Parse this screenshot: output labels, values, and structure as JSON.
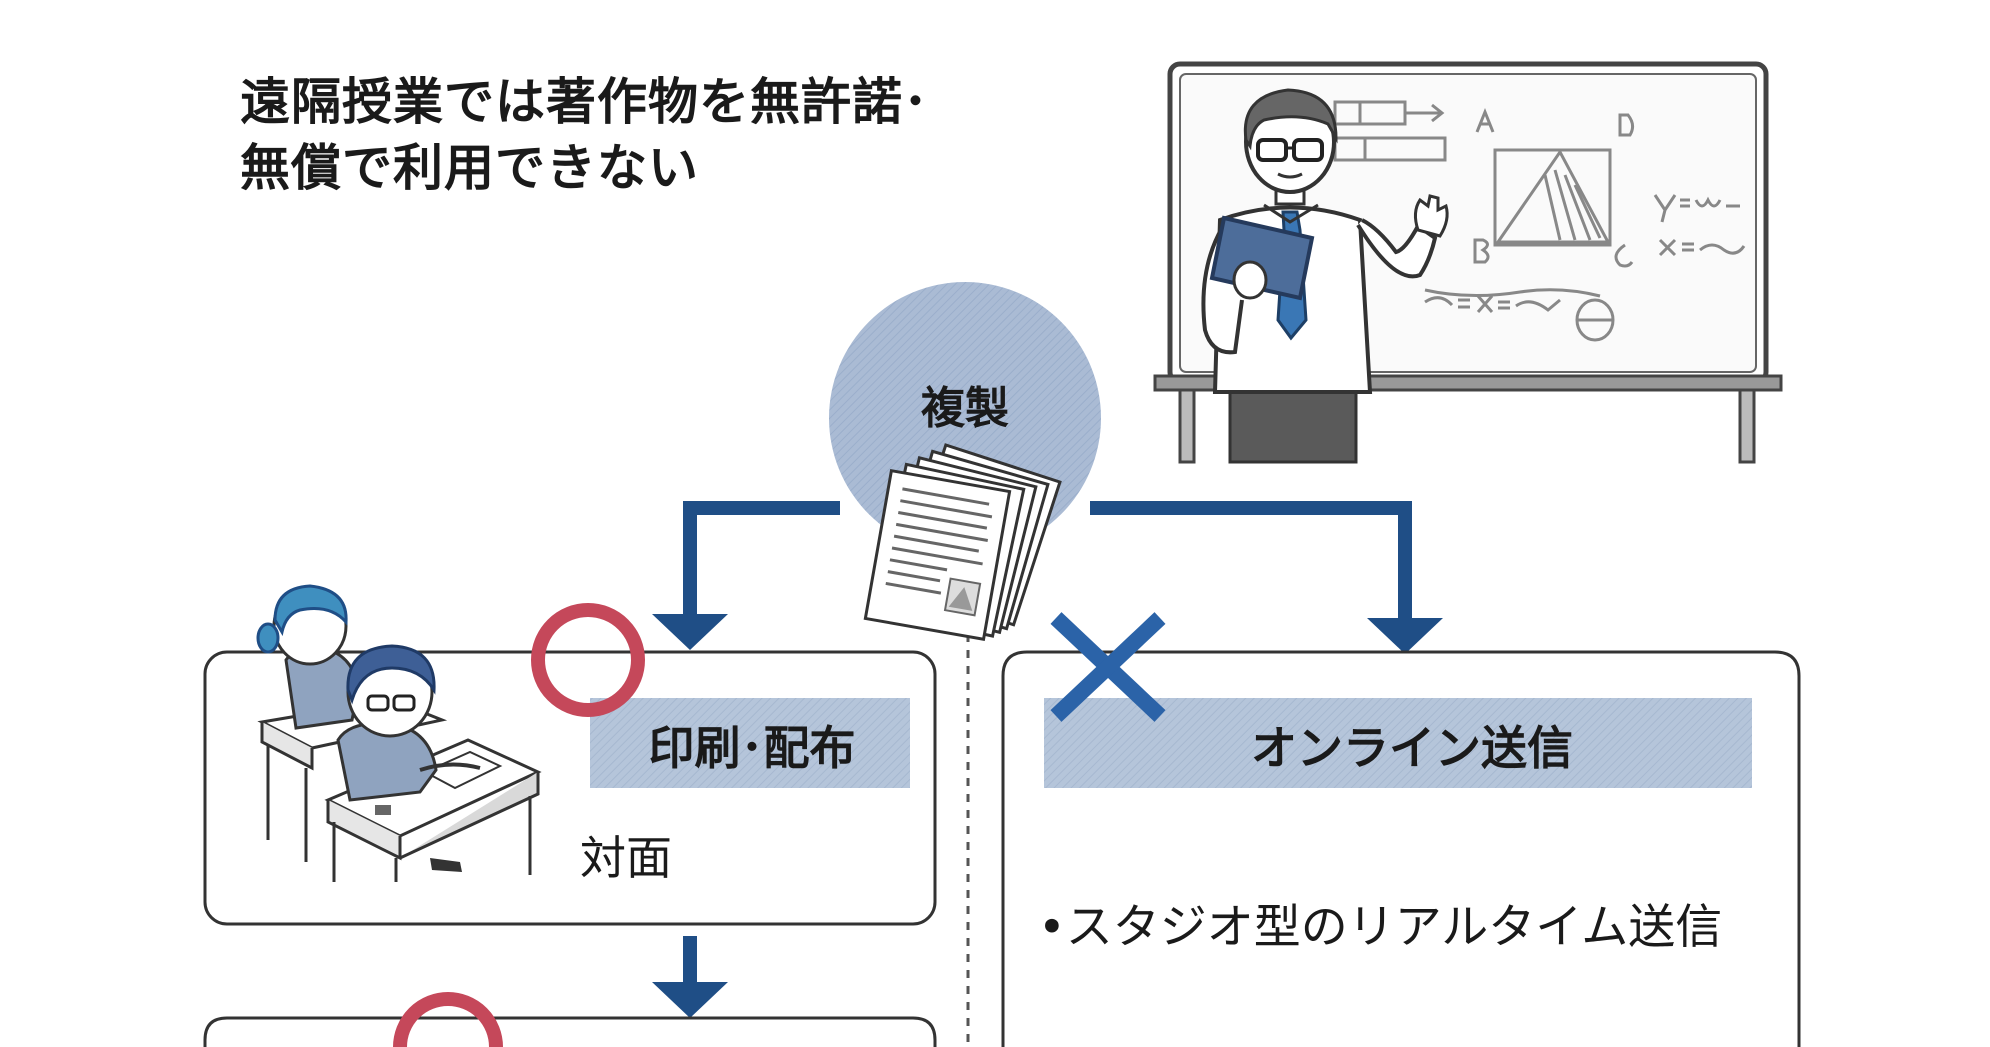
{
  "title": {
    "line1": "遠隔授業では著作物を無許諾･",
    "line2": "無償で利用できない"
  },
  "copy_node": {
    "label": "複製"
  },
  "print_branch": {
    "label": "印刷･配布",
    "status_mark": "○",
    "context": "対面"
  },
  "online_branch": {
    "label": "オンライン送信",
    "status_mark": "×",
    "item": "•スタジオ型のリアルタイム送信"
  },
  "colors": {
    "arrow": "#1f4e86",
    "circle_ok": "#c5485a",
    "cross_ng": "#2b63a8",
    "label_band": "#b5c5da",
    "copy_circle": "#aabbd4",
    "box_border": "#333333"
  }
}
